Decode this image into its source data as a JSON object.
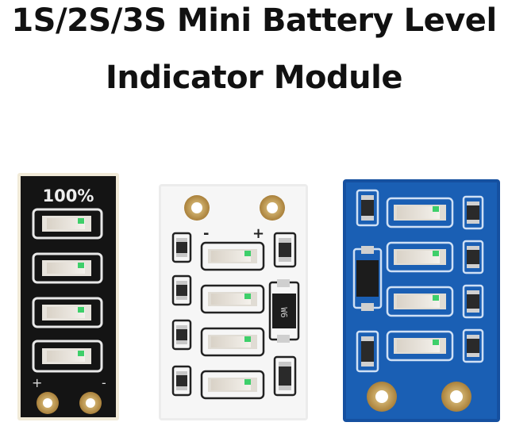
{
  "title": {
    "line1": "1S/2S/3S Mini Battery Level",
    "line2": "Indicator Module"
  },
  "modules": [
    {
      "board_label": "100%",
      "color": "#141414",
      "led_count": 4
    },
    {
      "color": "#f2f2f2",
      "led_count": 4,
      "diode_label": "W6",
      "polarity_marks": [
        "+",
        "-"
      ]
    },
    {
      "color": "#1a5fb4",
      "led_count": 4
    }
  ],
  "colors": {
    "background": "#ffffff",
    "title_text": "#111111",
    "pad_gold": "#c9a25a",
    "led_green": "#3ecf6a"
  }
}
